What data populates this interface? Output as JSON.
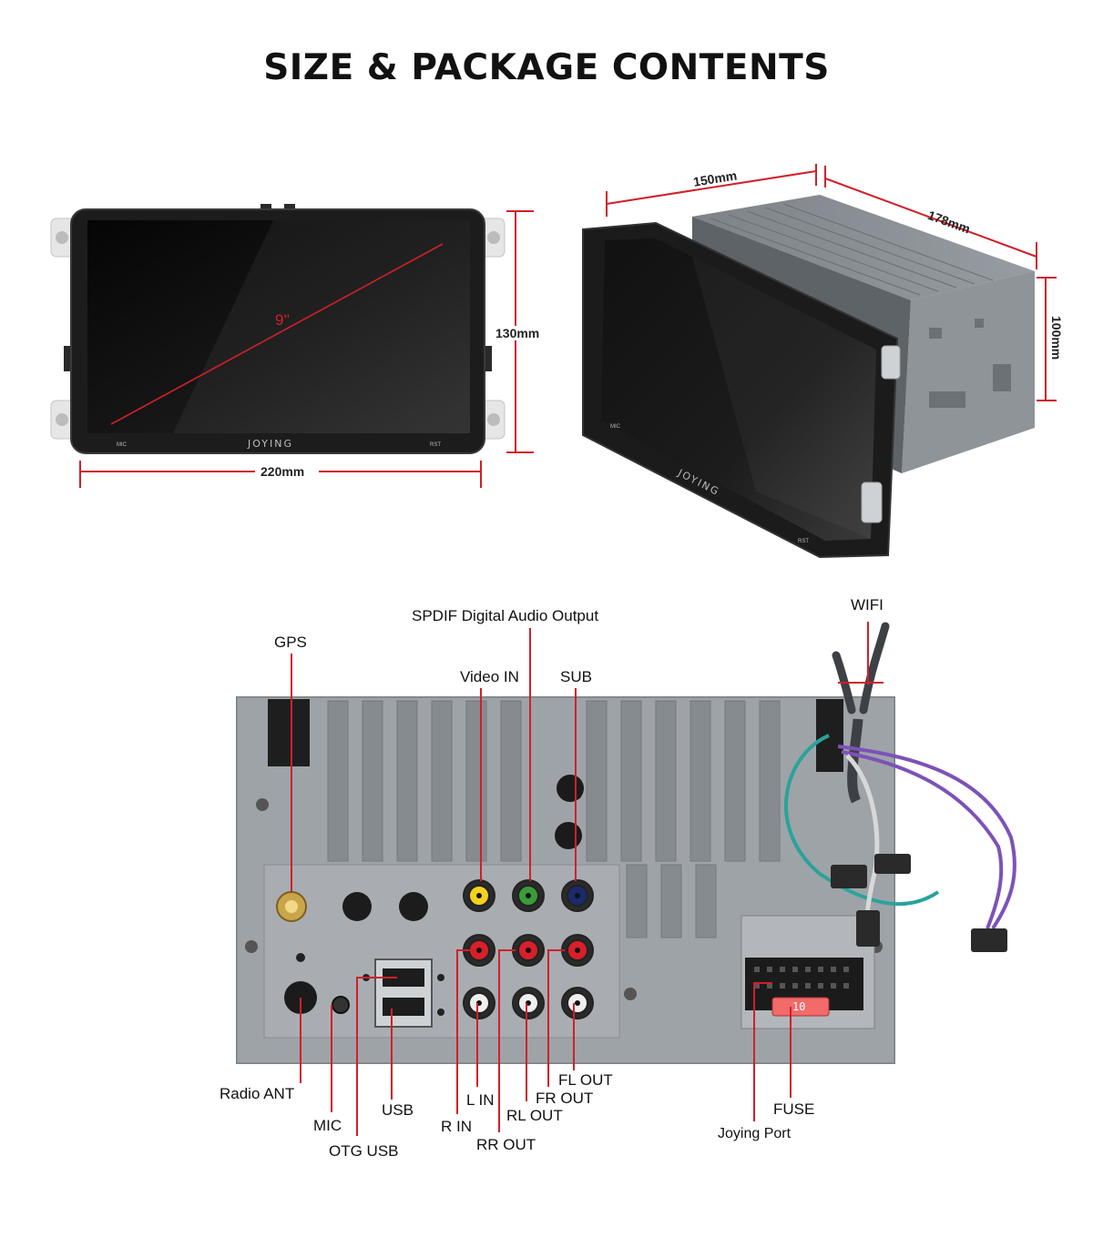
{
  "title": "SIZE & PACKAGE CONTENTS",
  "front_view": {
    "diagonal": "9''",
    "height": "130mm",
    "width": "220mm",
    "brand": "JOYING",
    "mic_label": "MIC",
    "rst_label": "RST"
  },
  "side_view": {
    "width": "150mm",
    "depth": "178mm",
    "height": "100mm",
    "brand": "JOYING",
    "mic_label": "MIC",
    "rst_label": "RST"
  },
  "back_labels": {
    "gps": "GPS",
    "spdif": "SPDIF Digital Audio Output",
    "wifi": "WIFI",
    "video_in": "Video IN",
    "sub": "SUB",
    "radio_ant": "Radio ANT",
    "mic": "MIC",
    "otg_usb": "OTG USB",
    "usb": "USB",
    "r_in": "R IN",
    "l_in": "L IN",
    "rr_out": "RR OUT",
    "rl_out": "RL OUT",
    "fr_out": "FR OUT",
    "fl_out": "FL OUT",
    "joying_port": "Joying Port",
    "fuse": "FUSE",
    "fuse_value": "10"
  },
  "colors": {
    "dimension_line": "#d0202a",
    "screen": "#0a0a0a",
    "metal": "#9a9ea2",
    "title": "#111111"
  }
}
